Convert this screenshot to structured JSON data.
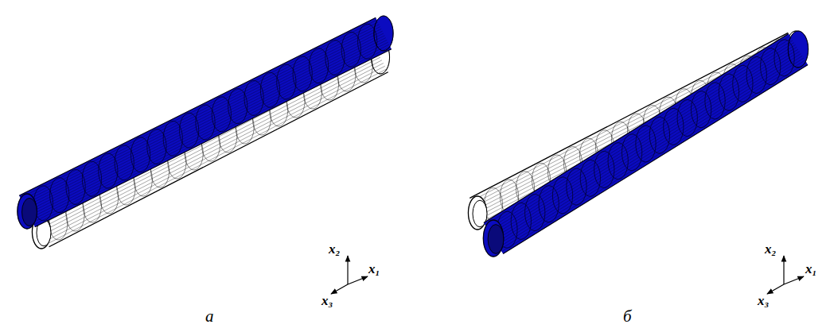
{
  "diagram": {
    "labels": [
      "x₂",
      "x₁",
      "x₃",
      "а",
      "x₂",
      "x₁",
      "x₃",
      "б"
    ]
  }
}
